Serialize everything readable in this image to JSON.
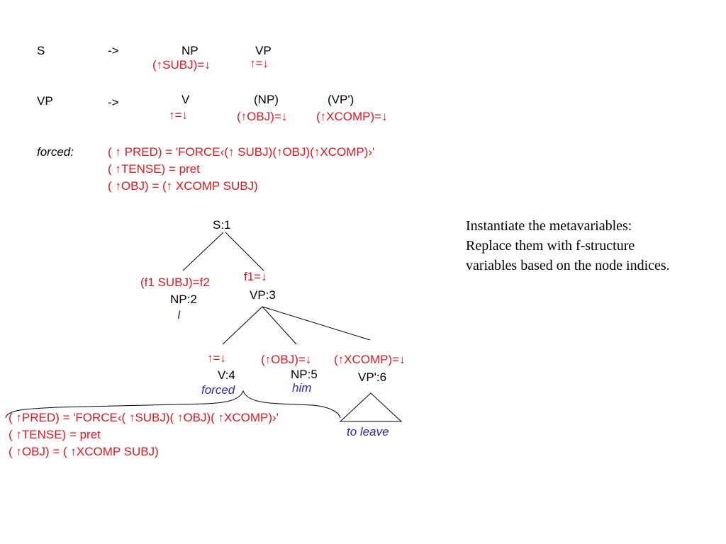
{
  "rules": {
    "rule1": {
      "lhs": "S",
      "arrow": "->",
      "np": "NP",
      "vp": "VP",
      "np_annot": "(↑SUBJ)=↓",
      "vp_annot": "↑=↓"
    },
    "rule2": {
      "lhs": "VP",
      "arrow": "->",
      "v": "V",
      "np": "(NP)",
      "vpprime": "(VP')",
      "v_annot": "↑=↓",
      "np_annot": "(↑OBJ)=↓",
      "vpprime_annot": "(↑XCOMP)=↓"
    }
  },
  "lexicon": {
    "word": "forced:",
    "lines": [
      "( ↑ PRED) = 'FORCE‹(↑ SUBJ)(↑OBJ)(↑XCOMP)›'",
      "( ↑TENSE) = pret",
      "( ↑OBJ) = (↑ XCOMP SUBJ)"
    ]
  },
  "instructions": [
    "Instantiate the metavariables:",
    "Replace them with f-structure",
    "variables based on the node indices."
  ],
  "tree": {
    "s_node": "S:1",
    "np_annot": "(f1 SUBJ)=f2",
    "np_node": "NP:2",
    "np_word": "I",
    "vp_annot": "f1=↓",
    "vp_node": "VP:3",
    "v_annot": "↑=↓",
    "v_node": "V:4",
    "v_word": "forced",
    "obj_annot": "(↑OBJ)=↓",
    "obj_node": "NP:5",
    "obj_word": "him",
    "xcomp_annot": "(↑XCOMP)=↓",
    "xcomp_node": "VP':6",
    "xcomp_words": "to leave"
  },
  "bottom_lexicon": [
    "( ↑PRED) = 'FORCE‹( ↑SUBJ)( ↑OBJ)( ↑XCOMP)›'",
    "( ↑TENSE) = pret",
    "( ↑OBJ) = ( ↑XCOMP SUBJ)"
  ],
  "colors": {
    "annotation": "#e8141b",
    "word": "#2b2b9c",
    "text": "#000000"
  }
}
